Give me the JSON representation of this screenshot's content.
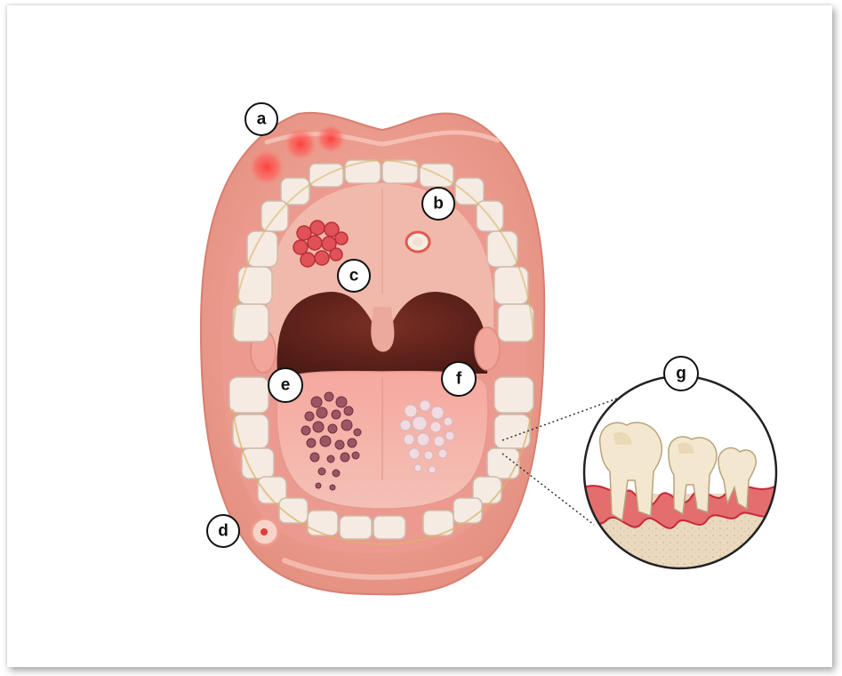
{
  "labels": {
    "a": "a",
    "b": "b",
    "c": "c",
    "d": "d",
    "e": "e",
    "f": "f",
    "g": "g"
  },
  "colors": {
    "lip": "#f0a595",
    "lip_shadow": "#e08e80",
    "gum": "#ee9e96",
    "palate": "#f2bcae",
    "throat": "#6e2a21",
    "tongue": "#f5b1a6",
    "tooth": "#f6ebe3",
    "tooth_edge": "#c9b8a9",
    "lesion_red": "#e23a3a",
    "bone": "#e9d7bd",
    "gingiva_red": "#d8333a"
  }
}
